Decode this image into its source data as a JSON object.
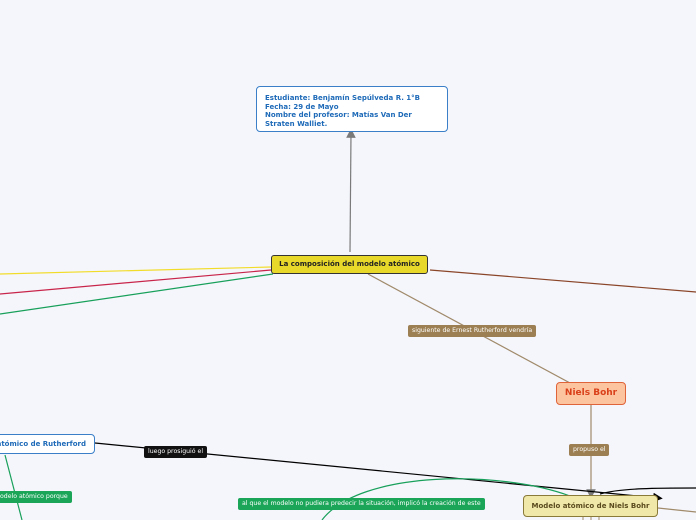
{
  "info_box": {
    "line1": "Estudiante: Benjamín Sepúlveda R.  1°B",
    "line2": "Fecha: 29 de Mayo",
    "line3": "Nombre del profesor: Matías Van Der",
    "line4": "Straten Walliet."
  },
  "central_topic": "La composición del modelo atómico",
  "nodes": {
    "bohr": "Niels Bohr",
    "rutherford": "atómico de Rutherford",
    "bohr_model": "Modelo atómico de Niels Bohr"
  },
  "link_labels": {
    "rutherford_next": "siguiente de Ernest Rutherford vendría",
    "proposed": "propuso el",
    "continued": "luego prosiguió el",
    "model_because": "odelo atómico porque",
    "prediction": "al que el modelo no pudiera predecir la situación, implicó la creación de este"
  },
  "colors": {
    "yellow_branch": "#f2dc2a",
    "red_branch": "#c8254a",
    "green_branch": "#18a05a",
    "brown_branch": "#8a4528",
    "tan_link": "#a08a6a"
  }
}
